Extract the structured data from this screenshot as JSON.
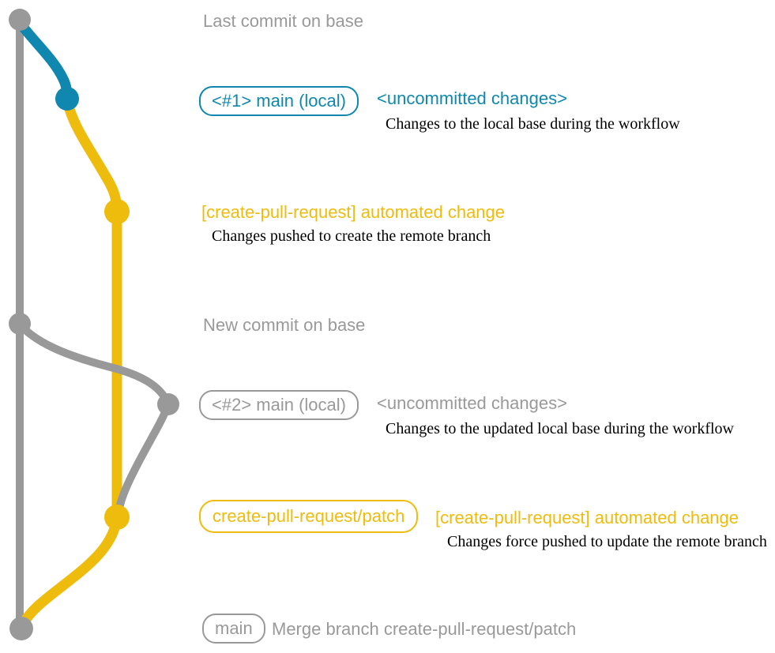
{
  "colors": {
    "gray": "#999999",
    "blue": "#0f87ae",
    "yellow": "#eebc0d",
    "ink": "#000000",
    "background": "#ffffff"
  },
  "graph": {
    "branches": [
      {
        "name": "base",
        "color": "gray"
      },
      {
        "name": "main-local",
        "color": "blue"
      },
      {
        "name": "create-pull-request/patch",
        "color": "yellow"
      }
    ],
    "commits": [
      {
        "name": "last-commit-on-base",
        "color": "gray"
      },
      {
        "name": "local-uncommitted-changes-1",
        "color": "blue"
      },
      {
        "name": "automated-change-1",
        "color": "yellow"
      },
      {
        "name": "new-commit-on-base",
        "color": "gray"
      },
      {
        "name": "local-uncommitted-changes-2",
        "color": "gray"
      },
      {
        "name": "automated-change-2",
        "color": "yellow"
      },
      {
        "name": "merge-commit",
        "color": "gray"
      }
    ]
  },
  "annotations": {
    "top": "Last commit on base",
    "middle": "New commit on base"
  },
  "events": [
    {
      "badge": "<#1> main (local)",
      "title": "<uncommitted changes>",
      "description": "Changes to the local base during the workflow"
    },
    {
      "title": "[create-pull-request] automated change",
      "description": "Changes pushed to create the remote branch"
    },
    {
      "badge": "<#2> main (local)",
      "title": "<uncommitted changes>",
      "description": "Changes to the updated local base during the workflow"
    },
    {
      "badge": "create-pull-request/patch",
      "title": "[create-pull-request] automated change",
      "description": "Changes force pushed to update the remote branch"
    },
    {
      "badge": "main",
      "title": "Merge branch create-pull-request/patch"
    }
  ]
}
